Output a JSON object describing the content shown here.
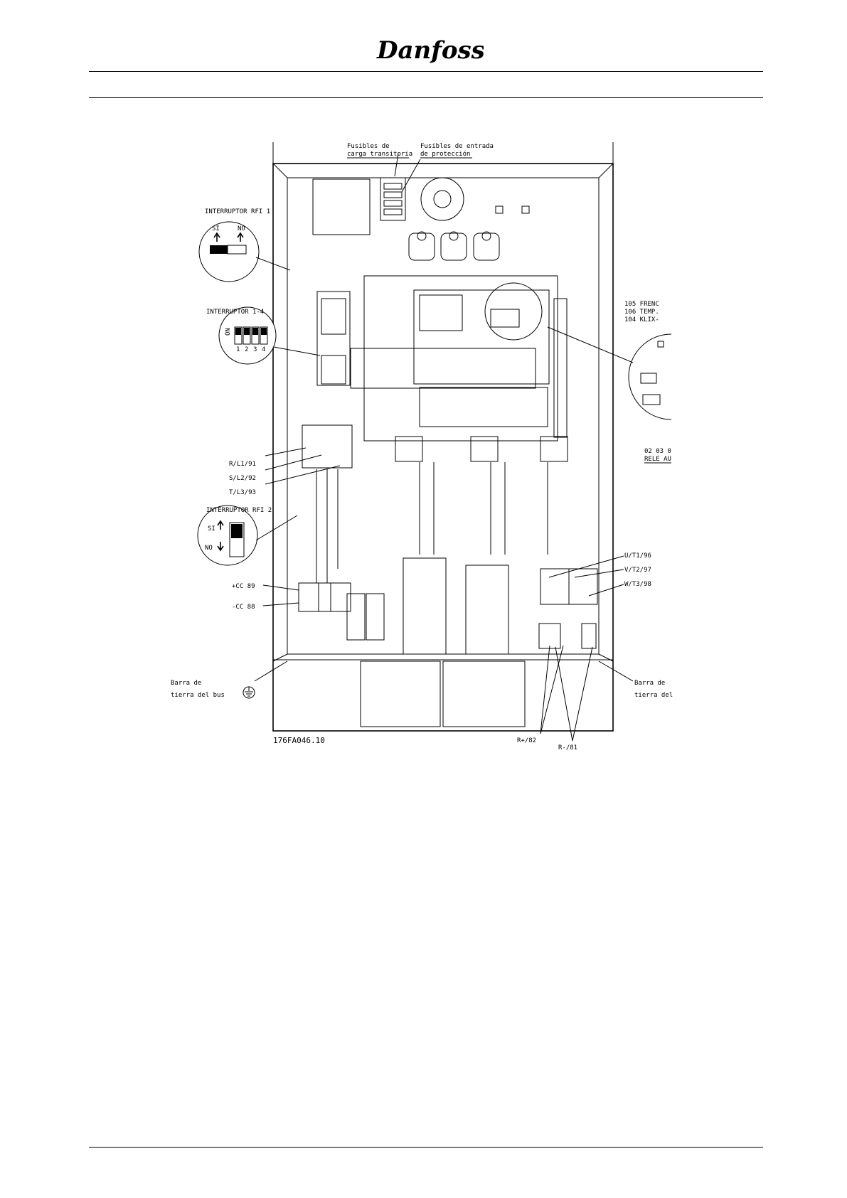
{
  "header": {
    "brand_logo_text": "Danfoss"
  },
  "diagram": {
    "code": "176FA046.10",
    "labels": {
      "fuse_transient_1": "Fusibles de",
      "fuse_transient_2": "carga transitoria",
      "fuse_input_1": "Fusibles de entrada",
      "fuse_input_2": "de protección",
      "rfi1_title": "INTERRUPTOR RFI 1",
      "rfi1_si": "SI",
      "rfi1_no": "NO",
      "sw14_title": "INTERRUPTOR 1-4",
      "sw14_on": "ON",
      "sw14_n1": "1",
      "sw14_n2": "2",
      "sw14_n3": "3",
      "sw14_n4": "4",
      "rl1": "R/L1/91",
      "sl2": "S/L2/92",
      "tl3": "T/L3/93",
      "rfi2_title": "INTERRUPTOR RFI 2",
      "rfi2_si": "SI",
      "rfi2_no": "NO",
      "cc89": "+CC 89",
      "cc88": "-CC 88",
      "bus_ground_left_1": "Barra de",
      "bus_ground_left_2": "tierra del bus",
      "bus_ground_right_1": "Barra de",
      "bus_ground_right_2": "tierra del",
      "ut1": "U/T1/96",
      "vt2": "V/T2/97",
      "wt3": "W/T3/98",
      "rplus": "R+/82",
      "rminus": "R-/81",
      "relay_105": "105 FRENC",
      "relay_106": "106 TEMP.",
      "relay_104": "104 KLIX-",
      "relay_nums": "02 03 0",
      "relay_title": "RELE AU"
    }
  }
}
